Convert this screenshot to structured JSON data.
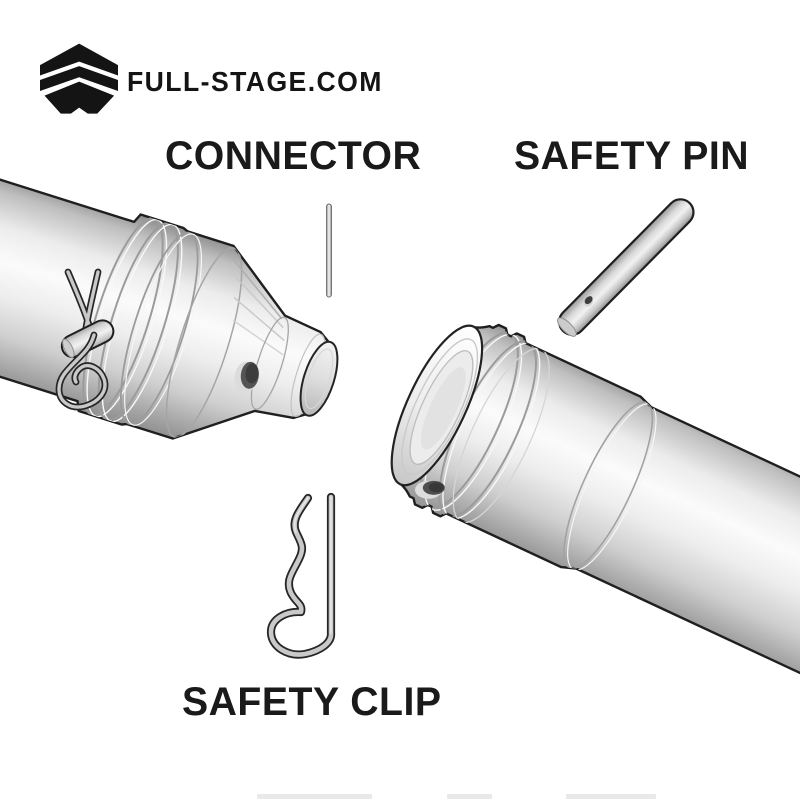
{
  "page": {
    "background": "#ffffff"
  },
  "brand": {
    "logo_text": "FULL-STAGE.COM",
    "logo_icon": "triple-chevron-hex-badge",
    "logo_color": "#141414"
  },
  "callouts": {
    "connector": "CONNECTOR",
    "safety_pin": "SAFETY PIN",
    "safety_clip": "SAFETY CLIP"
  },
  "illustration": {
    "description": "Exploded diagram of an aluminium truss tube coupling: left tube with conical connector spigot and attached R-clip, thin pin, loose safety pin, right tube with open socket and pin hole, and a loose safety R-clip",
    "palette": {
      "outline": "#1f1f1f",
      "metal_light": "#fbfbfb",
      "metal_mid": "#d9d9d9",
      "metal_dark": "#8a8a8a",
      "text": "#1a1a1a"
    }
  },
  "gallery": {
    "thumbnail_edge_count": 3,
    "thumbnail_edge_color": "#e9e9e9"
  }
}
